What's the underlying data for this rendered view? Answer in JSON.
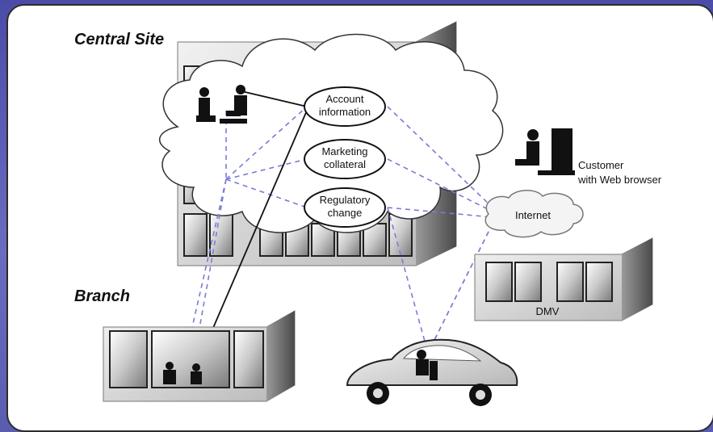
{
  "labels": {
    "central_site": "Central Site",
    "branch": "Branch",
    "account_line1": "Account",
    "account_line2": "information",
    "marketing_line1": "Marketing",
    "marketing_line2": "collateral",
    "regulatory_line1": "Regulatory",
    "regulatory_line2": "change",
    "internet": "Internet",
    "customer_line1": "Customer",
    "customer_line2": "with Web browser",
    "dmv": "DMV"
  },
  "colors": {
    "frame": "#5a5cb0",
    "panel": "#ffffff",
    "link_dashed": "#7b7bd6",
    "link_solid": "#111111"
  }
}
